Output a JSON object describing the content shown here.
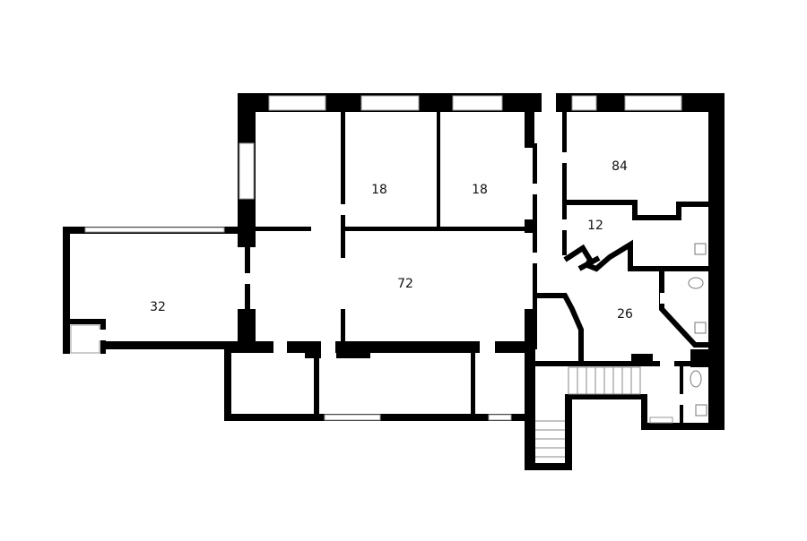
{
  "plan": {
    "rooms": [
      {
        "id": "room-84",
        "label": "84"
      },
      {
        "id": "room-18a",
        "label": "18"
      },
      {
        "id": "room-18b",
        "label": "18"
      },
      {
        "id": "room-12",
        "label": "12"
      },
      {
        "id": "room-72",
        "label": "72"
      },
      {
        "id": "room-32",
        "label": "32"
      },
      {
        "id": "room-26",
        "label": "26"
      }
    ],
    "colors": {
      "wall": "#000000",
      "background": "#ffffff"
    }
  }
}
